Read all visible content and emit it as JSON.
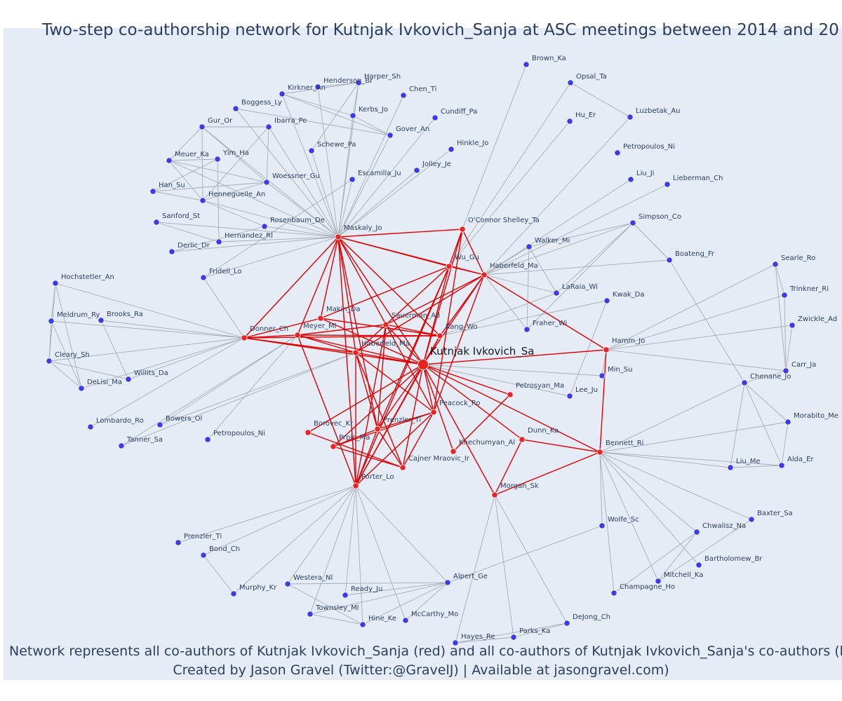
{
  "title": "Two-step co-authorship network for Kutnjak Ivkovich_Sanja at ASC meetings between 2014 and 20",
  "caption_line1": "Network represents all co-authors of Kutnjak Ivkovich_Sanja (red) and all co-authors of Kutnjak Ivkovich_Sanja's co-authors (blue",
  "caption_line2": "Created by Jason Gravel (Twitter:@GravelJ) | Available at jasongravel.com)",
  "colors": {
    "plot_bg": "#e5ecf6",
    "red_node": "#ee2222",
    "blue_node": "#3a3aee",
    "red_edge": "#e00000",
    "blue_edge": "#a8acb8"
  },
  "central_node": "Kutnjak Ivkovich_Sa",
  "red_nodes": [
    "Kutnjak Ivkovich_Sa",
    "Maskaly_Jo",
    "O'Connor Shelley_Ta",
    "Wu_Gu",
    "Haberfeld_Ma",
    "Makin_Da",
    "Sauerman_Ad",
    "Kang_Wo",
    "Donner_Ch",
    "Meyer_Ml",
    "Haberfeld_Ma ",
    "Hamm_Jo",
    "Petrosyan_Ma",
    "Peacock_Ro",
    "Prenzler_Ti",
    "Borovec_Kr",
    "Prpic_Ma",
    "Cajner Mraovic_Ir",
    "Khechumyan_Al",
    "Dunn_Ka",
    "Bennett_Ri",
    "Porter_Lo",
    "Morgan_Sk"
  ],
  "blue_nodes": [
    "Brown_Ka",
    "Opsal_Ta",
    "Hu_Er",
    "Luzbetak_Au",
    "Petropoulos_Ni",
    "Liu_Ji",
    "Lieberman_Ch",
    "Simpson_Co",
    "Walker_Mi",
    "Boateng_Fr",
    "LaRaia_Wi",
    "Kwak_Da",
    "Fraher_Wi",
    "Min_Su",
    "Lee_Ju",
    "Searle_Ro",
    "Trinkner_Ri",
    "Zwickle_Ad",
    "Carr_Ja",
    "Chenane_Jo",
    "Morabito_Me",
    "Alda_Er",
    "Liu_Me",
    "Baxter_Sa",
    "Chwalisz_Na",
    "Bartholomew_Br",
    "Mitchell_Ka",
    "Champagne_Ho",
    "Wolfe_Sc",
    "DeJong_Ch",
    "Parks_Ka",
    "Hayes_Re",
    "Alpert_Ge",
    "McCarthy_Mo",
    "Hine_Ke",
    "Townsley_Ml",
    "Ready_Ju",
    "Westera_Nl",
    "Murphy_Kr",
    "Bond_Ch",
    "Prenzler_Ti ",
    "Lombardo_Ro",
    "Tanner_Sa",
    "Bowers_Ol",
    "Petropoulos_Ni ",
    "Willits_Da",
    "DeLisi_Ma",
    "Cleary_Sh",
    "Meldrum_Ry",
    "Brooks_Ra",
    "Hochstetler_An",
    "Fridell_Lo",
    "Derlic_Dr",
    "Hernandez_Rl",
    "Rosenbaum_De",
    "Sanford_St",
    "Han_Su",
    "Henneguelle_An",
    "Meuer_Ka",
    "Yim_Ha",
    "Woessner_Gu",
    "Gur_Or",
    "Ibarra_Pe",
    "Boggess_Ly",
    "Kirkner_An",
    "Henderson_Br",
    "Harper_Sh",
    "Chen_Ti",
    "Kerbs_Jo",
    "Cundiff_Pa",
    "Gover_An",
    "Schewe_Pa",
    "Hinkle_Jo",
    "Jolley_Je",
    "Escamilla_Ju"
  ]
}
